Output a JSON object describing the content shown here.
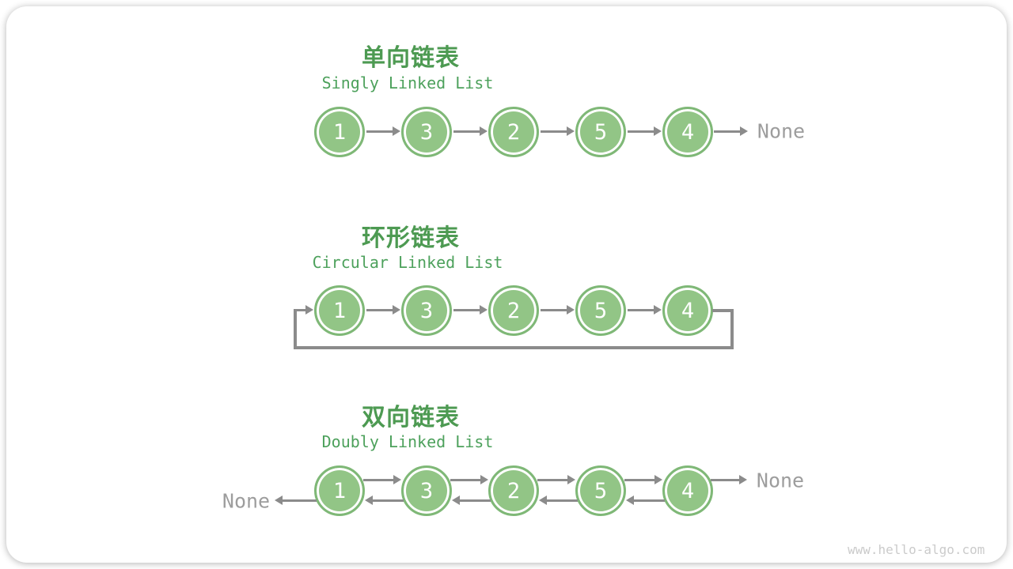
{
  "page": {
    "watermark": "www.hello-algo.com"
  },
  "colors": {
    "node_fill": "#92c586",
    "node_border": "#7fb877",
    "node_text": "#ffffff",
    "arrow": "#8b8b8b",
    "title_zh": "#4d9a52",
    "title_en": "#4da15c",
    "none_text": "#9d9d9d",
    "watermark": "#cbcbcb",
    "card_bg": "#ffffff"
  },
  "sections": [
    {
      "id": "singly",
      "title_zh": "单向链表",
      "title_en": "Singly Linked List",
      "nodes": [
        1,
        3,
        2,
        5,
        4
      ],
      "tail_label": "None"
    },
    {
      "id": "circular",
      "title_zh": "环形链表",
      "title_en": "Circular Linked List",
      "nodes": [
        1,
        3,
        2,
        5,
        4
      ]
    },
    {
      "id": "doubly",
      "title_zh": "双向链表",
      "title_en": "Doubly Linked List",
      "nodes": [
        1,
        3,
        2,
        5,
        4
      ],
      "head_label": "None",
      "tail_label": "None"
    }
  ]
}
